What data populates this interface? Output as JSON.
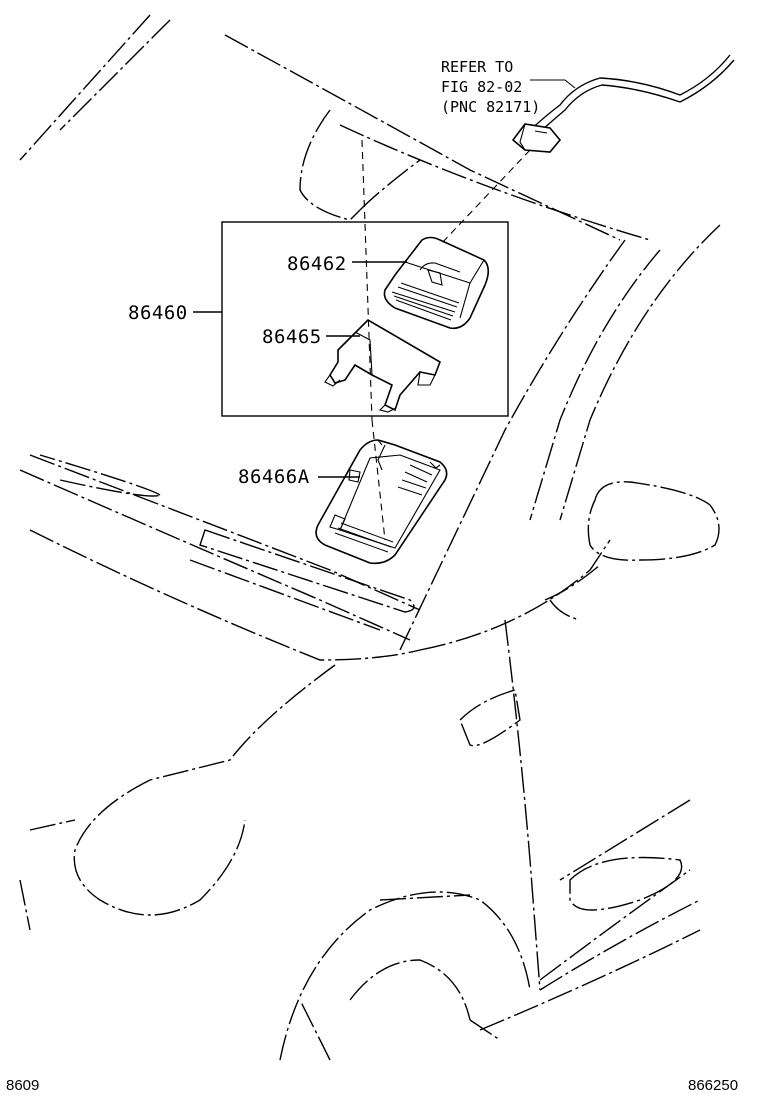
{
  "reference_note": {
    "line1": "REFER TO",
    "line2": "FIG 82-02",
    "line3": "(PNC 82171)"
  },
  "callouts": {
    "assembly": "86460",
    "cover": "86462",
    "bracket": "86465",
    "housing": "86466A"
  },
  "footer": {
    "left_code": "8609",
    "right_code": "866250"
  }
}
